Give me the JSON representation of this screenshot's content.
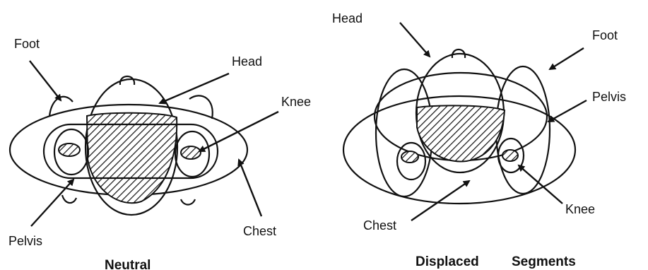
{
  "neutral": {
    "caption": "Neutral",
    "labels": {
      "foot": "Foot",
      "head": "Head",
      "knee": "Knee",
      "pelvis": "Pelvis",
      "chest": "Chest"
    }
  },
  "displaced": {
    "caption_word1": "Displaced",
    "caption_word2": "Segments",
    "labels": {
      "head": "Head",
      "foot": "Foot",
      "pelvis": "Pelvis",
      "knee": "Knee",
      "chest": "Chest"
    }
  }
}
